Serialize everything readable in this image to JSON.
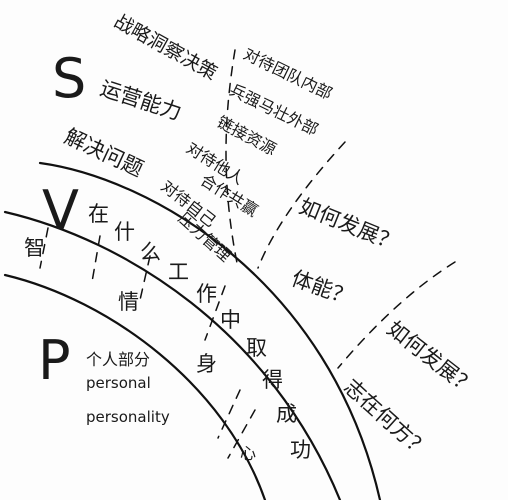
{
  "letters": {
    "s": "S",
    "v": "V",
    "p": "P"
  },
  "s_band": {
    "left": [
      "战略洞察决策",
      "运营能力",
      "解决问题"
    ],
    "right": [
      "对待团队内部",
      "兵强马壮外部",
      "链接资源",
      "对待他人",
      "合作共赢",
      "对待自己",
      "压力管理"
    ],
    "outer": "如何发展？"
  },
  "v_band": {
    "chars": [
      "在",
      "什",
      "么",
      "工",
      "作",
      "中",
      "取",
      "得",
      "成",
      "功"
    ],
    "outer": "体能？"
  },
  "p_band": {
    "zhi": "智",
    "qing": "情",
    "shen": "身",
    "xin": "心",
    "labels": [
      "个人部分",
      "personal",
      "personality"
    ],
    "outer": [
      "如何发展？",
      "志在何方？"
    ]
  }
}
